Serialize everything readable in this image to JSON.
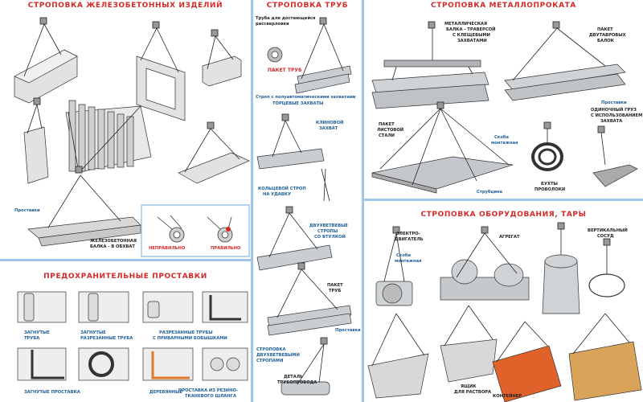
{
  "sections": {
    "concrete": {
      "title": "СТРОПОВКА ЖЕЛЕЗОБЕТОННЫХ ИЗДЕЛИЙ"
    },
    "pipes": {
      "title": "СТРОПОВКА ТРУБ"
    },
    "metal": {
      "title": "СТРОПОВКА МЕТАЛЛОПРОКАТА"
    },
    "spacers": {
      "title": "ПРЕДОХРАНИТЕЛЬНЫЕ ПРОСТАВКИ"
    },
    "equipment": {
      "title": "СТРОПОВКА ОБОРУДОВАНИЯ, ТАРЫ"
    }
  },
  "labels": {
    "prostavka": "Проставки",
    "beam_line1": "ЖЕЛЕЗОБЕТОННАЯ",
    "beam_line2": "БАЛКА - В ОБХВАТ",
    "wrong": "НЕПРАВИЛЬНО",
    "right": "ПРАВИЛЬНО",
    "pipe_clamp_line1": "Труба для достающейся",
    "pipe_clamp_line2": "рассверловки",
    "pipe_pack": "ПАКЕТ ТРУБ",
    "ring_sling_line1": "КОЛЬЦЕВОЙ СТРОП",
    "ring_sling_line2": "НА УДАВКУ",
    "wedge_line1": "КЛИНОВОЙ",
    "wedge_line2": "ЗАХВАТ",
    "end_grips_line1": "Строп с полуавтоматическими захватами",
    "end_grips_line2": "ТОРЦЕВЫЕ ЗАХВАТЫ",
    "two_branch_line1": "ДВУХВЕТВЕВЫЕ",
    "two_branch_line2": "СТРОПЫ",
    "two_branch_line3": "СО ВТУЛКОЙ",
    "pack_line1": "ПАКЕТ",
    "pack_line2": "ТРУБ",
    "prostavki_small": "Проставки",
    "twobranch_sling_line1": "СТРОПОВКА",
    "twobranch_sling_line2": "ДВУХВЕТВЕВЫМИ",
    "twobranch_sling_line3": "СТРОПАМИ",
    "detail_line1": "ДЕТАЛЬ",
    "detail_line2": "ТРУБОПРОВОДА",
    "traverse_line1": "МЕТАЛЛИЧЕСКАЯ",
    "traverse_line2": "БАЛКА - ТРАВЕРСОЙ",
    "traverse_line3": "С КЛЕЩЕВЫМИ",
    "traverse_line4": "ЗАХВАТАМИ",
    "ibeam_line1": "ПАКЕТ",
    "ibeam_line2": "ДВУТАВРОВЫХ",
    "ibeam_line3": "БАЛОК",
    "prostavki_metal": "Проставки",
    "sheet_line1": "ПАКЕТ",
    "sheet_line2": "ЛИСТОВОЙ",
    "sheet_line3": "СТАЛИ",
    "clamp_line1": "Скоба",
    "clamp_line2": "монтажная",
    "strubcina": "Струбцина",
    "single_line1": "ОДИНОЧНЫЙ ГРУЗ",
    "single_line2": "С ИСПОЛЬЗОВАНИЕМ",
    "single_line3": "ЗАХВАТА",
    "coil_line1": "БУХТЫ",
    "coil_line2": "ПРОВОЛОКИ",
    "sp_plug1_line1": "ЗАГНУТЫЕ",
    "sp_plug1_line2": "ТРУБА",
    "sp_plug2_line1": "ЗАГНУТЫЕ",
    "sp_plug2_line2": "РАЗРЕЗАННЫЕ ТРУБА",
    "sp_cut_line1": "РАЗРЕЗАННЫЕ ТРУБЫ",
    "sp_cut_line2": "С ПРИВАРНЫМИ БОБЫШКАМИ",
    "sp_bent": "ЗАГНУТЫЕ ПРОСТАВКА",
    "sp_wood": "ДЕРЕВЯННЫЕ",
    "sp_rubber_line1": "ПРОСТАВКА ИЗ РЕЗИНО-",
    "sp_rubber_line2": "ТКАНЕВОГО ШЛАНГА",
    "motor_line1": "ЭЛЕКТРО-",
    "motor_line2": "ДВИГАТЕЛЬ",
    "motor_clamp_line1": "Скоба",
    "motor_clamp_line2": "монтажная",
    "aggregate": "АГРЕГАТ",
    "vessel_line1": "ВЕРТИКАЛЬНЫЙ",
    "vessel_line2": "СОСУД",
    "mortar_line1": "ЯЩИК",
    "mortar_line2": "ДЛЯ РАСТВОРА",
    "container": "КОНТЕЙНЕР"
  },
  "colors": {
    "title_red": "#d42a2a",
    "label_blue": "#1f5f9c",
    "divider_blue": "#9ec6e8",
    "concrete_grey": "#dcdcdc",
    "pipe_grey": "#c9ced3",
    "brick_orange": "#e0622a"
  }
}
